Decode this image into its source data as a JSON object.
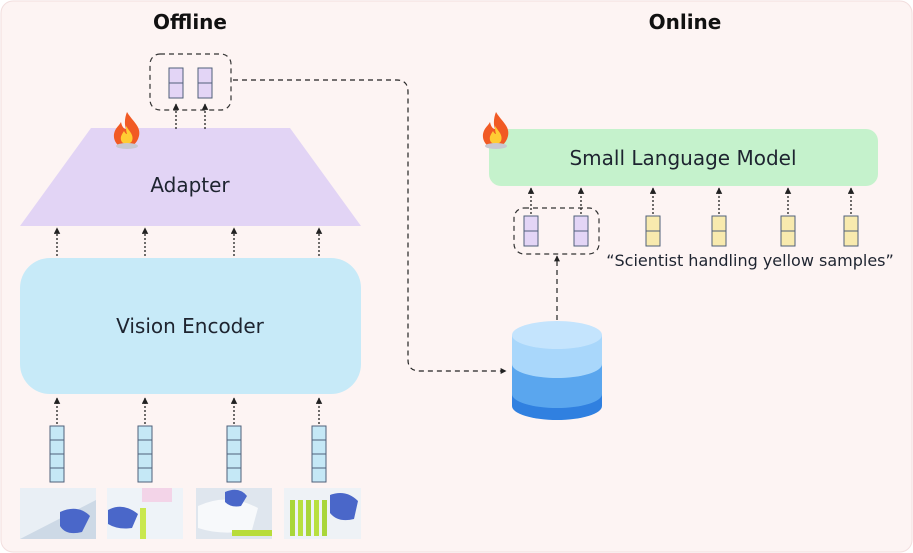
{
  "titles": {
    "offline": "Offline",
    "online": "Online"
  },
  "blocks": {
    "adapter": "Adapter",
    "vision_encoder": "Vision Encoder",
    "small_language_model": "Small Language Model"
  },
  "caption": "“Scientist handling yellow samples”",
  "icons": {
    "trainable": "flame-icon",
    "storage": "database-icon"
  },
  "colors": {
    "background": "#fdf4f3",
    "adapter": "#e2d4f5",
    "vision_encoder": "#c7eaf8",
    "slm": "#c5f2cc",
    "visual_token": "#e3d5f6",
    "text_token": "#f8eaae",
    "encoder_token": "#c5e8f6",
    "database_top": "#a9d7fb",
    "database_mid": "#5aa6ee",
    "database_bottom": "#3080e0"
  }
}
